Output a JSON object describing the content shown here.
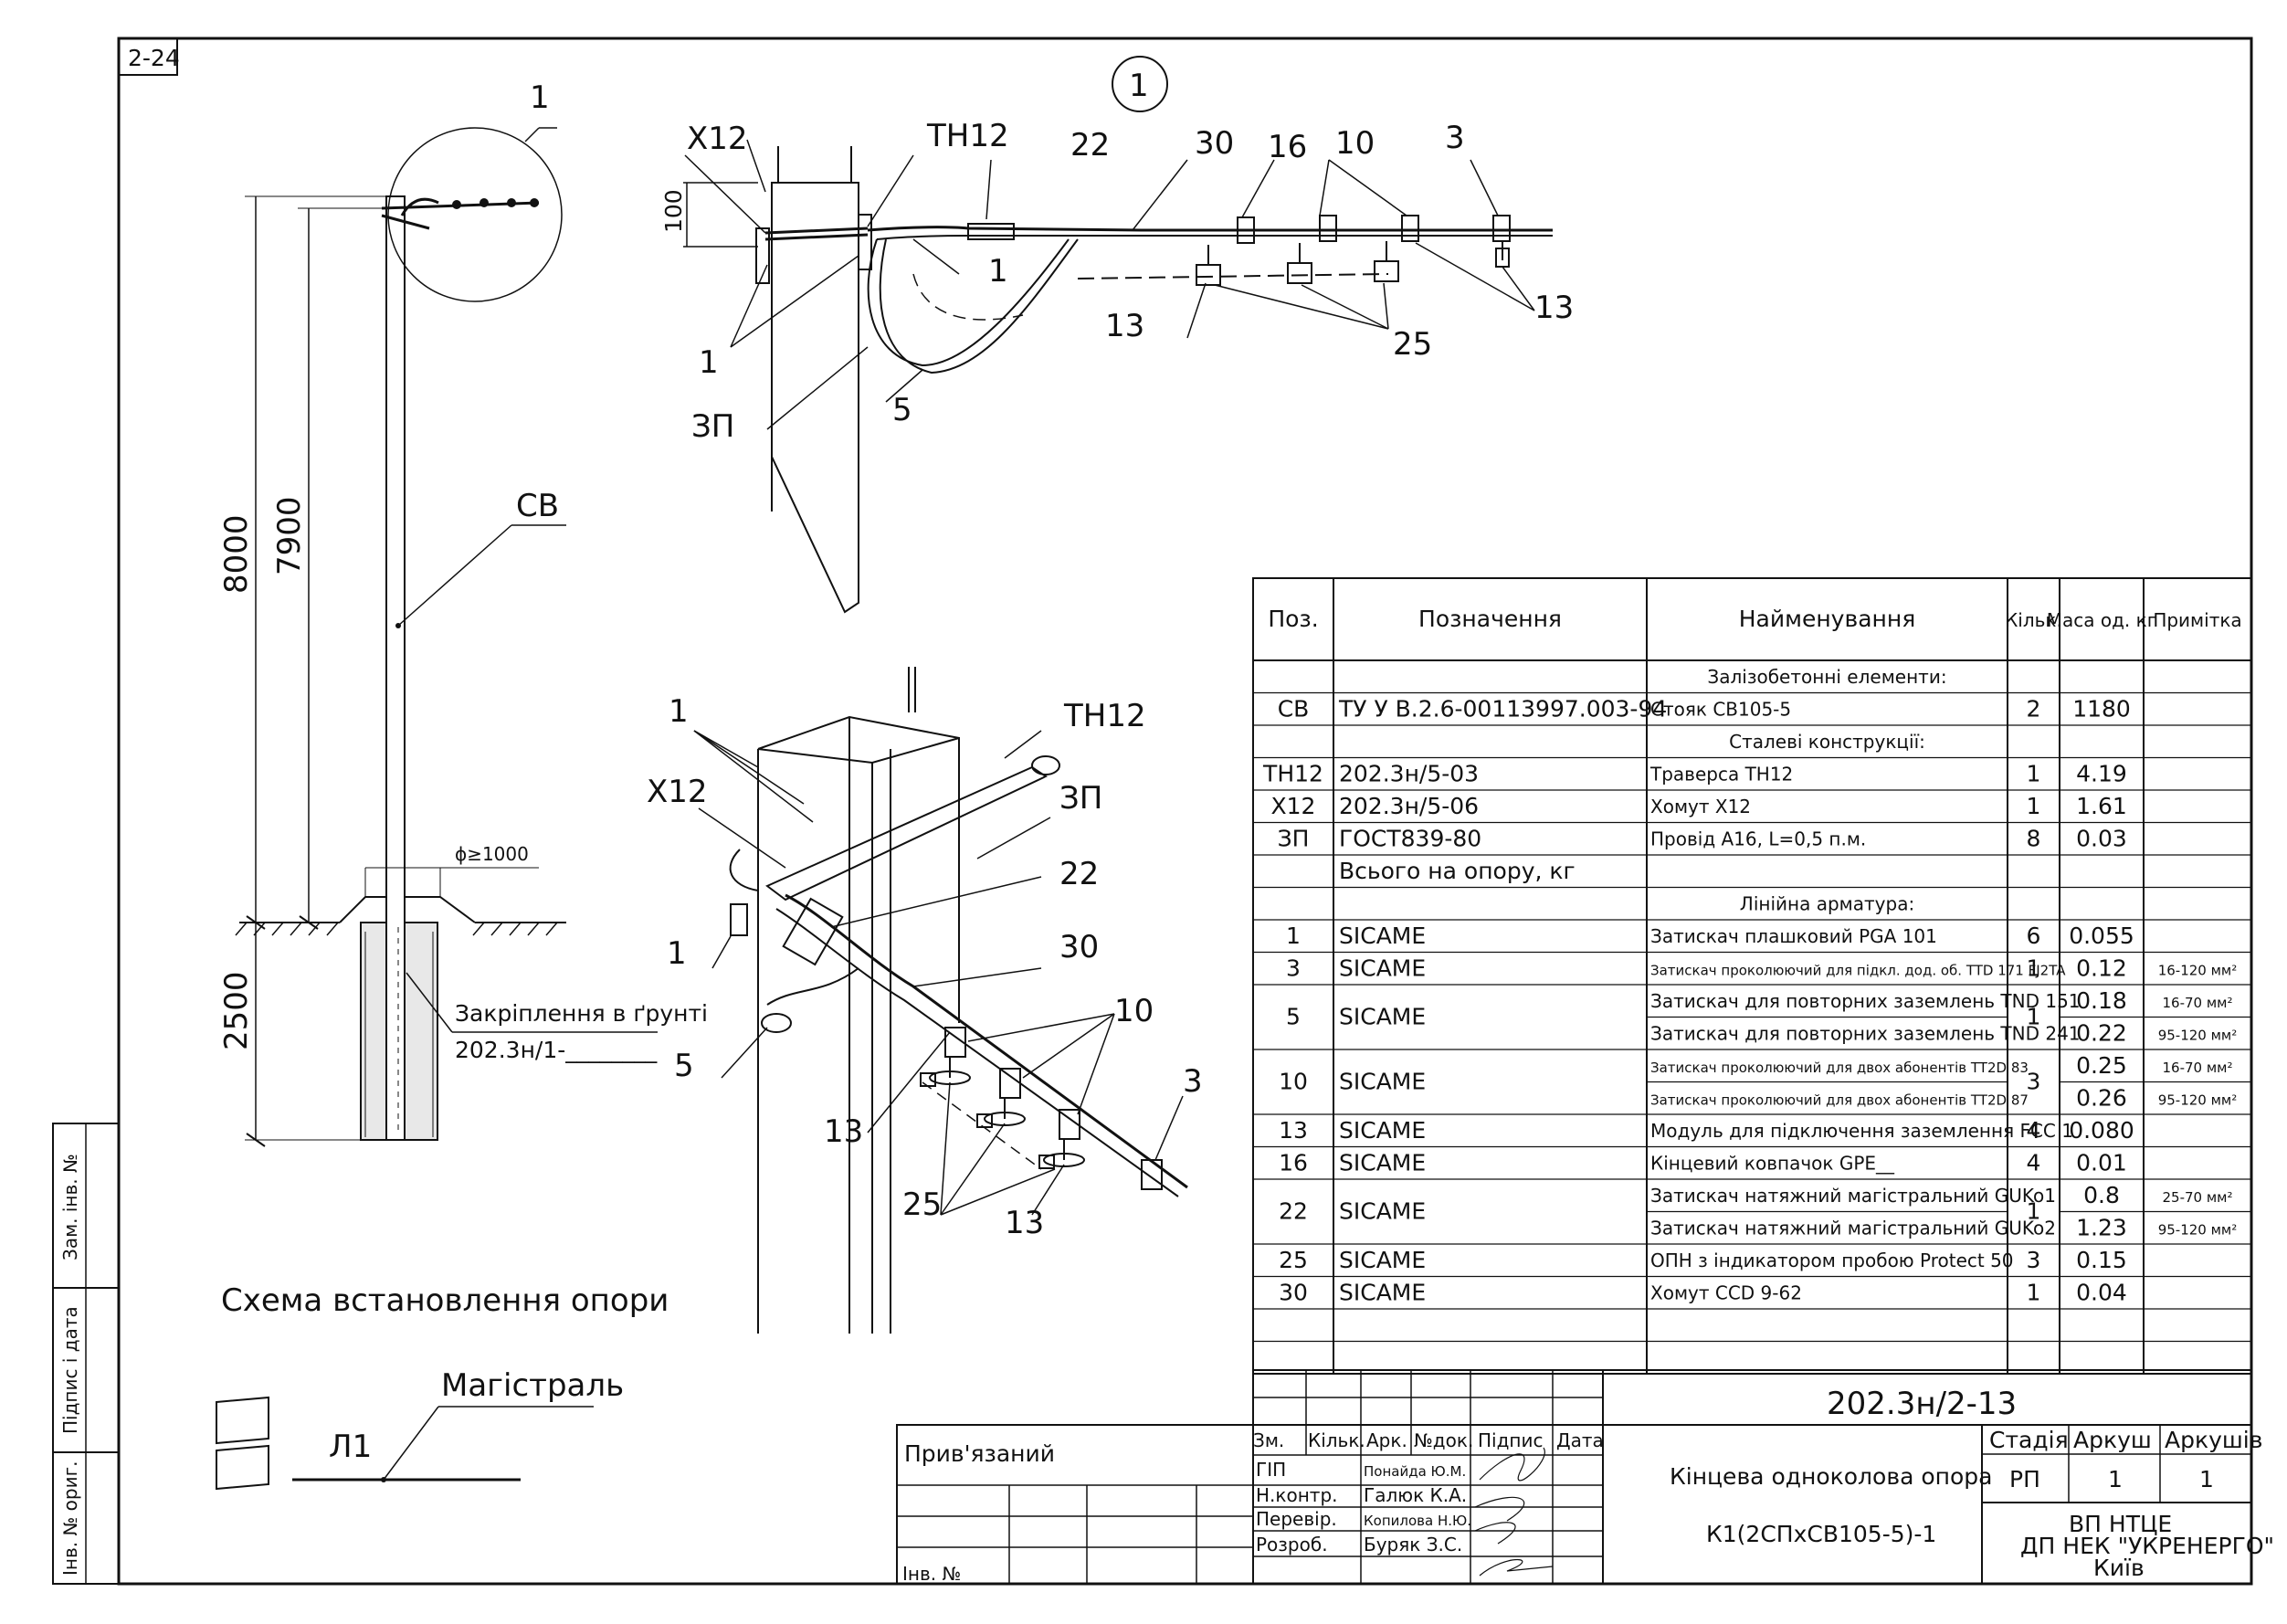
{
  "sheet_no": "2-24",
  "detail_callout": "1",
  "elevation": {
    "callout": "1",
    "dim_total": "8000",
    "dim_above": "7900",
    "dim_below": "2500",
    "pole_label": "СВ",
    "diameter": "ϕ≥1000",
    "anchor_label": "Закріплення в ґрунті",
    "anchor_ref": "202.3н/1-________",
    "caption": "Схема встановлення опори"
  },
  "detail_labels": {
    "x12": "Х12",
    "th12": "ТН12",
    "n22": "22",
    "n30": "30",
    "n16": "16",
    "n10": "10",
    "n3": "3",
    "d100": "100",
    "n1a": "1",
    "n1b": "1",
    "n13a": "13",
    "n13b": "13",
    "n25": "25",
    "n5": "5",
    "zp": "ЗП"
  },
  "iso_labels": {
    "n1a": "1",
    "th12": "ТН12",
    "x12": "Х12",
    "zp": "ЗП",
    "n22": "22",
    "n1b": "1",
    "n30": "30",
    "n10": "10",
    "n5": "5",
    "n3": "3",
    "n13a": "13",
    "n25": "25",
    "n13b": "13"
  },
  "legend": {
    "title": "Магістраль",
    "line": "Л1"
  },
  "side_stamp": {
    "a": "Зам. інв. №",
    "b": "Підпис і дата",
    "c": "Інв. № ориг."
  },
  "spec": {
    "headers": [
      "Поз.",
      "Позначення",
      "Найменування",
      "Кільк.",
      "Маса од. кг",
      "Примітка"
    ],
    "rows": [
      {
        "sec": "Залізобетонні елементи:"
      },
      {
        "pos": "СВ",
        "des": "ТУ У В.2.6-00113997.003-94",
        "name": "Стояк СВ105-5",
        "qty": "2",
        "mass": "1180",
        "note": ""
      },
      {
        "sec": "Сталеві конструкції:"
      },
      {
        "pos": "ТН12",
        "des": "202.3н/5-03",
        "name": "Траверса ТН12",
        "qty": "1",
        "mass": "4.19",
        "note": ""
      },
      {
        "pos": "Х12",
        "des": "202.3н/5-06",
        "name": "Хомут Х12",
        "qty": "1",
        "mass": "1.61",
        "note": ""
      },
      {
        "pos": "ЗП",
        "des": "ГОСТ839-80",
        "name": "Провід А16, L=0,5 п.м.",
        "qty": "8",
        "mass": "0.03",
        "note": ""
      },
      {
        "pos": "",
        "des": "Всього на опору, кг",
        "name": "",
        "qty": "",
        "mass": "",
        "note": ""
      },
      {
        "sec": "Лінійна арматура:"
      },
      {
        "pos": "1",
        "des": "SICAME",
        "name": "Затискач плашковий PGA 101",
        "qty": "6",
        "mass": "0.055",
        "note": ""
      },
      {
        "pos": "3",
        "des": "SICAME",
        "name": "Затискач проколюючий для підкл. дод. об. TTD 171 FJ2TA",
        "qty": "1",
        "mass": "0.12",
        "note": "16-120 мм²"
      },
      {
        "pos": "5",
        "des": "SICAME",
        "name": "Затискач для повторних заземлень TND 151",
        "qty": "1",
        "mass": "0.18",
        "note": "16-70 мм²",
        "name2": "Затискач для повторних заземлень TND 241",
        "mass2": "0.22",
        "note2": "95-120 мм²"
      },
      {
        "pos": "10",
        "des": "SICAME",
        "name": "Затискач проколюючий для двох абонентів TT2D 83",
        "qty": "3",
        "mass": "0.25",
        "note": "16-70 мм²",
        "name2": "Затискач проколюючий для двох абонентів TT2D 87",
        "mass2": "0.26",
        "note2": "95-120 мм²"
      },
      {
        "pos": "13",
        "des": "SICAME",
        "name": "Модуль для підключення заземлення FCC 1",
        "qty": "4",
        "mass": "0.080",
        "note": ""
      },
      {
        "pos": "16",
        "des": "SICAME",
        "name": "Кінцевий ковпачок GPE__",
        "qty": "4",
        "mass": "0.01",
        "note": ""
      },
      {
        "pos": "22",
        "des": "SICAME",
        "name": "Затискач натяжний магістральний GUKo1",
        "qty": "1",
        "mass": "0.8",
        "note": "25-70 мм²",
        "name2": "Затискач натяжний магістральний GUKo2",
        "mass2": "1.23",
        "note2": "95-120 мм²"
      },
      {
        "pos": "25",
        "des": "SICAME",
        "name": "ОПН з індикатором пробою Protect 50",
        "qty": "3",
        "mass": "0.15",
        "note": ""
      },
      {
        "pos": "30",
        "des": "SICAME",
        "name": "Хомут CCD 9-62",
        "qty": "1",
        "mass": "0.04",
        "note": ""
      }
    ]
  },
  "title_block": {
    "doc_code": "202.3н/2-13",
    "linked": "Прив'язаний",
    "inv": "Інв. №",
    "rev_headers": [
      "Зм.",
      "Кільк.",
      "Арк.",
      "№док.",
      "Підпис",
      "Дата"
    ],
    "roles": [
      "ГІП",
      "Н.контр.",
      "Перевір.",
      "Розроб."
    ],
    "names": [
      "Понайда Ю.М.",
      "Галюк К.А.",
      "Копилова Н.Ю.",
      "Буряк З.С."
    ],
    "title1": "Кінцева одноколова опора",
    "title2": "К1(2СПхСВ105-5)-1",
    "stage_h": "Стадія",
    "sheet_h": "Аркуш",
    "sheets_h": "Аркушів",
    "stage": "РП",
    "sheet": "1",
    "sheets": "1",
    "org1": "ВП НТЦЕ",
    "org2": "ДП НЕК \"УКРЕНЕРГО\"",
    "org3": "Київ"
  }
}
